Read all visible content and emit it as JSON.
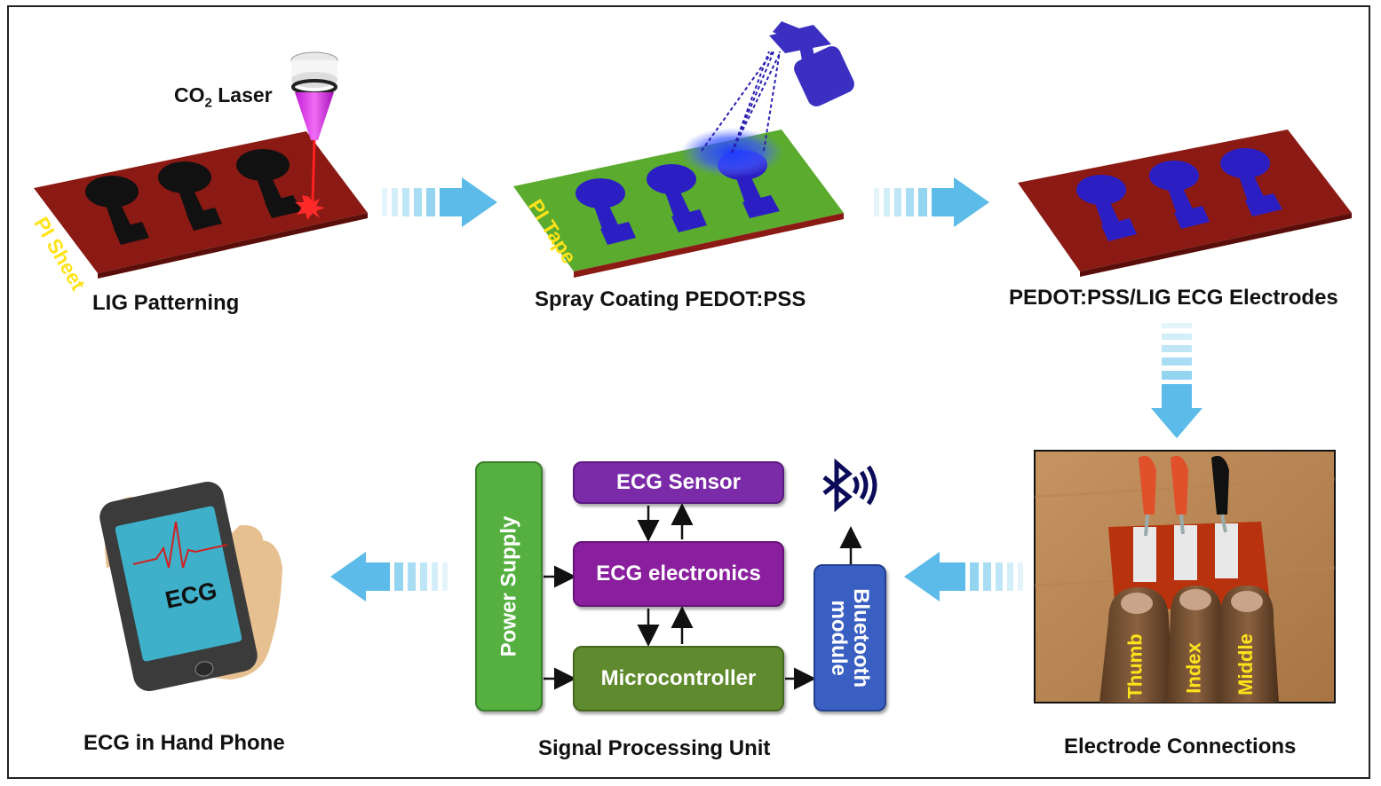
{
  "steps": {
    "laser_label_main": "CO",
    "laser_label_sub": "2",
    "laser_label_rest": " Laser",
    "pi_sheet": "PI Sheet",
    "pi_tape": "PI Tape",
    "lig_patterning": "LIG Patterning",
    "spray_coating": "Spray Coating PEDOT:PSS",
    "electrodes": "PEDOT:PSS/LIG ECG Electrodes",
    "electrode_connections": "Electrode Connections",
    "signal_processing": "Signal Processing Unit",
    "phone_caption": "ECG in Hand Phone",
    "phone_screen_text": "ECG"
  },
  "blocks": {
    "power_supply": "Power Supply",
    "ecg_sensor": "ECG Sensor",
    "ecg_electronics": "ECG electronics",
    "microcontroller": "Microcontroller",
    "bluetooth_line1": "Bluetooth",
    "bluetooth_line2": "module"
  },
  "fingers": {
    "thumb": "Thumb",
    "index": "Index",
    "middle": "Middle"
  },
  "colors": {
    "pi_sheet": "#8b1a14",
    "pi_tape": "#5aab2e",
    "pedot": "#2b1fc4",
    "power": "#55b040",
    "purple": "#8a1f9e",
    "micro": "#5f8a2e",
    "bluetooth": "#3a5fc2",
    "arrow": "#6ec6ec"
  }
}
